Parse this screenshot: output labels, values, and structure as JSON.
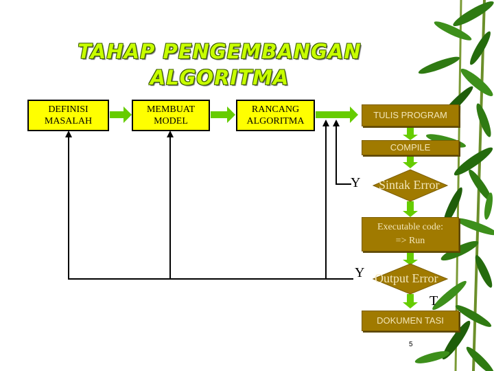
{
  "title": {
    "line1": "TAHAP PENGEMBANGAN",
    "line2": "ALGORITMA"
  },
  "boxes": {
    "definisi": {
      "line1": "DEFINISI",
      "line2": "MASALAH"
    },
    "model": {
      "line1": "MEMBUAT",
      "line2": "MODEL"
    },
    "rancang": {
      "line1": "RANCANG",
      "line2": "ALGORITMA"
    },
    "tulis": "TULIS PROGRAM",
    "compile": "COMPILE",
    "executable": {
      "line1": "Executable code:",
      "line2": "=> Run"
    },
    "dokumentasi": "DOKUMEN TASI"
  },
  "decisions": {
    "sintak": "Sintak Error",
    "output": "Output Error"
  },
  "branch_labels": {
    "yes1": "Y",
    "yes2": "Y",
    "no2": "T"
  },
  "page_number": "5",
  "colors": {
    "title_fill": "#c8ff00",
    "yellow_box": "#ffff00",
    "process_box": "#a07a00",
    "arrow": "#66cc00",
    "bamboo_leaf": "#2f7a12"
  }
}
